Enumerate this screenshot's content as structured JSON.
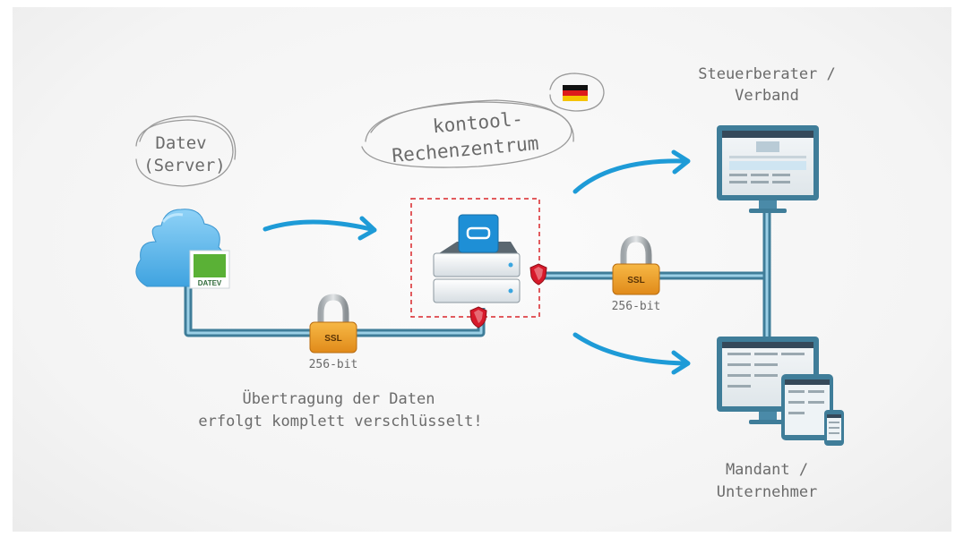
{
  "labels": {
    "datev_line1": "Datev",
    "datev_line2": "(Server)",
    "rz_line1": "kontool-",
    "rz_line2": "Rechenzentrum",
    "steuer_line1": "Steuerberater /",
    "steuer_line2": "Verband",
    "mandant_line1": "Mandant /",
    "mandant_line2": "Unternehmer",
    "note_line1": "Übertragung der Daten",
    "note_line2": "erfolgt komplett verschlüsselt!"
  },
  "locks": [
    {
      "badge": "SSL",
      "caption": "256-bit"
    },
    {
      "badge": "SSL",
      "caption": "256-bit"
    }
  ],
  "datev_logo_text": "DATEV",
  "colors": {
    "pipe": "#3f7d99",
    "pipe_light": "#9cd0e6",
    "arrow": "#1e9bd7",
    "lock_body": "#f0a12c",
    "shield": "#d7192a",
    "dashed_box": "#d9262b",
    "cloud": "#5fb8ec",
    "datev_green": "#5ab136"
  }
}
